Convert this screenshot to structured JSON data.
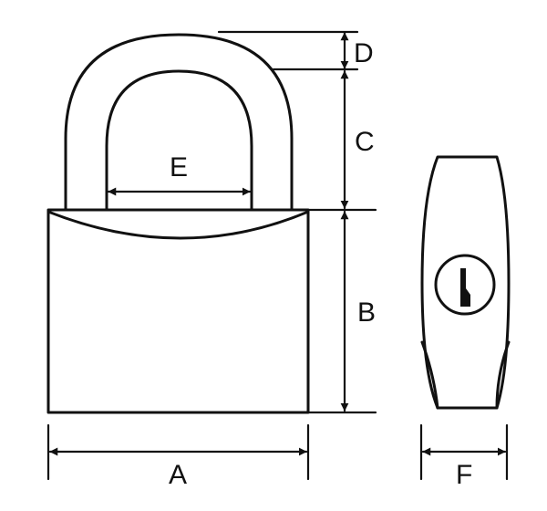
{
  "diagram": {
    "labels": {
      "A": "A",
      "B": "B",
      "C": "C",
      "D": "D",
      "E": "E",
      "F": "F"
    },
    "colors": {
      "stroke": "#111111",
      "background": "#ffffff"
    }
  }
}
